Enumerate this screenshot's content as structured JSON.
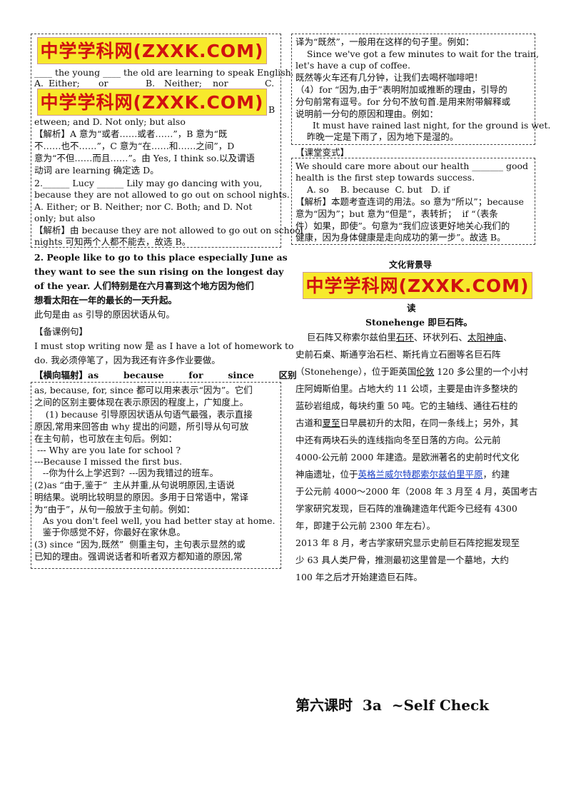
{
  "logo_text": "中学学科网(ZXXK.COM)",
  "left": {
    "box1": {
      "q1_stem": "____ the young ____ the old are learning to speak English.",
      "q1_a": "A.",
      "q1_a_text": "Either;",
      "q1_or": "or",
      "q1_b": "B.",
      "q1_b_text": "Neither;",
      "q1_nor": "nor",
      "q1_c": "C.",
      "q1_b_frag": "B",
      "q1_cont": "etween; and   D. Not only; but also",
      "q1_exp": [
        "【解析】A 意为“或者……或者……”，B 意为“既",
        "不……也不……”，C 意为“在……和……之间”，D",
        "意为“不但……而且……”。由 Yes, I think so.以及谓语",
        "动词 are learning 确定选 D。"
      ],
      "q2_stem1": "2.______ Lucy ______ Lily may go dancing with you,",
      "q2_stem2": "because they are not allowed to go out on school nights.",
      "q2_opts1": "A. Either; or      B. Neither; nor      C. Both; and      D. Not",
      "q2_opts2": "only; but also",
      "q2_exp1": "【解析】由 because they are not allowed to go out on school",
      "q2_exp2": "nights 可知两个人都不能去，故选 B。"
    },
    "point2": [
      "2. People like to go to this place especially June as",
      "they want to see the sun rising on the longest day",
      "of the year. 人们特别是在六月喜到这个地方因为他们",
      "想看太阳在一年的最长的一天升起。"
    ],
    "point2_note": "此句是由 as 引导的原因状语从句。",
    "example_head": "【备课例句】",
    "example": [
      "I must stop writing now 是 as I have a lot of  homework to",
      "do. 我必须停笔了，因为我还有许多作业要做。"
    ],
    "radiation_head": "【横向辐射】as        because        for        since        区别",
    "box2": [
      "as, because, for, since 都可以用来表示“因为”。它们",
      "之间的区别主要体现在表示原因的程度上，广知度上。",
      "    (1) because 引导原因状语从句语气最强，表示直接",
      "原因,常用来回答由 why 提出的问题，所引导从句可放",
      "在主句前，也可放在主句后。例如：",
      " --- Why are you late for school ?",
      "---Because I missed the first bus.",
      "   --你为什么上学迟到？---因为我错过的班车。",
      "(2)as “由于,鉴于”  主从并重,从句说明原因,主语说",
      "明结果。说明比较明显的原因。多用于日常语中，常译",
      "为“由于”，从句一般放于主句前。例如：",
      "   As you don't feel well, you had better stay at home.",
      "   鉴于你感觉不好，你最好在家休息。",
      "(3) since “因为,既然”  侧重主句，主句表示显然的或",
      "已知的理由。强调说话者和听者双方都知道的原因,常"
    ]
  },
  "right": {
    "box3": [
      "译为“既然”，一般用在这样的句子里。例如：",
      "    Since we've got a few minutes to wait for the train,",
      "let's have a cup of coffee.",
      "既然等火车还有几分钟，让我们去喝杯咖啡吧！",
      "（4）for “因为,由于”表明附加或推断的理由，引导的",
      "分句前常有逗号。for 分句不放句首.是用来附带解释或",
      "说明前一分句的原因和理由。例如：",
      "      It must have rained last night, for the ground is wet.",
      "    昨晚一定是下雨了，因为地下是湿的。"
    ],
    "drill_head": "【课堂变式】",
    "drill": [
      "We should care more about our health _______ good",
      "health is the first step towards success.",
      "    A. so    B. because  C. but   D. if",
      "【解析】本题考查连词的用法。so 意为“所以”；because",
      "意为“因为”；but 意为“但是”，表转折；  if “（表条",
      "件）如果，即使”。句意为“我们应该更好地关心我们的",
      "健康，因为身体健康是走向成功的第一步”。故选 B。"
    ],
    "culture_head": "文化背景导",
    "culture_head2": "读",
    "stonehenge_title": "Stonehenge 即巨石阵。",
    "para1": {
      "l1a": "    巨石阵又称索尔兹伯里",
      "l1b": "石环",
      "l1c": "、环状列石、",
      "l1d": "太阳神庙",
      "l1e": "、",
      "l2": "史前石桌、斯通亨治石栏、斯托肯立石圈等名巨石阵",
      "l3a": "（Stonehenge），位于距英国",
      "l3b": "伦敦",
      "l3c": " 120 多公里的一个小村",
      "l4": "庄阿姆斯伯里。占地大约 11 公顷，主要是由许多整块的",
      "l5": "蓝砂岩组成，每块约重 50 吨。它的主轴线、通往石柱的",
      "l6a": "古道和",
      "l6b": "夏至",
      "l6c": "日早晨初升的太阳，在同一条线上；另外，其",
      "l7": "中还有两块石头的连线指向冬至日落的方向。公元前",
      "l8": "4000-公元前 2000 年建造。是欧洲著名的史前时代文化",
      "l9a": "神庙遗址，位于",
      "l9b": "英格兰威尔特郡",
      "l9c": "索尔兹伯里平原",
      "l9d": "，约建",
      "l10": "于公元前 4000～2000 年（2008 年 3 月至 4 月，英国考古",
      "l11": "学家研究发现，巨石阵的准确建造年代距今已经有 4300",
      "l12": "年，即建于公元前 2300 年左右）。"
    },
    "para2": [
      "2013 年 8 月，考古学家研究显示史前巨石阵挖掘发现至",
      "少 63 具人类尸骨，推测最初这里曾是一个墓地，大约",
      "100 年之后才开始建造巨石阵。"
    ],
    "lesson_title": "第六课时  3a  ~Self Check"
  }
}
